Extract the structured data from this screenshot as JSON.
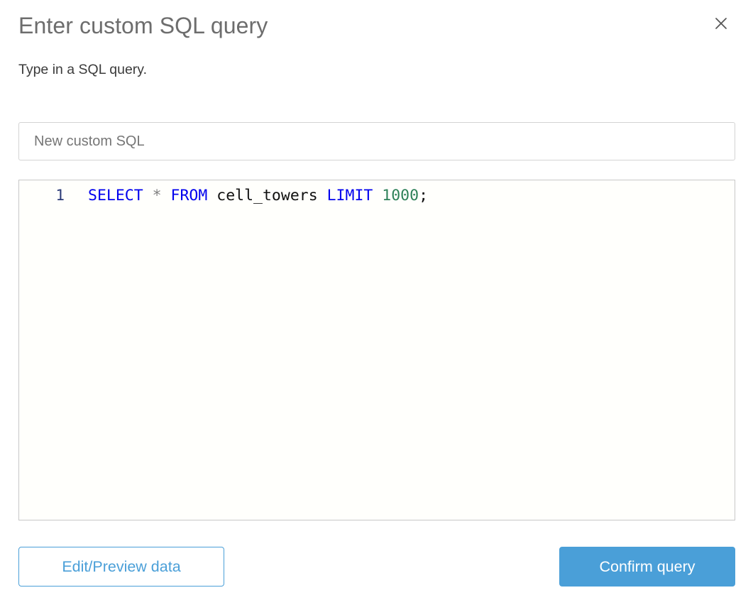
{
  "dialog": {
    "title": "Enter custom SQL query",
    "subtitle": "Type in a SQL query.",
    "close_icon": "close-icon"
  },
  "name_field": {
    "value": "",
    "placeholder": "New custom SQL"
  },
  "editor": {
    "line_number": "1",
    "query": "SELECT * FROM cell_towers LIMIT 1000;",
    "tokens": {
      "select": "SELECT",
      "star": "*",
      "from": "FROM",
      "table": "cell_towers",
      "limit": "LIMIT",
      "count": "1000",
      "semicolon": ";",
      "sp": " "
    }
  },
  "footer": {
    "secondary_label": "Edit/Preview data",
    "primary_label": "Confirm query"
  },
  "colors": {
    "accent": "#4a9fd8",
    "keyword": "#0000ee",
    "number": "#2e8159",
    "line_number": "#2b3a77",
    "title": "#6d6d6d",
    "border": "#d3d3d3"
  }
}
